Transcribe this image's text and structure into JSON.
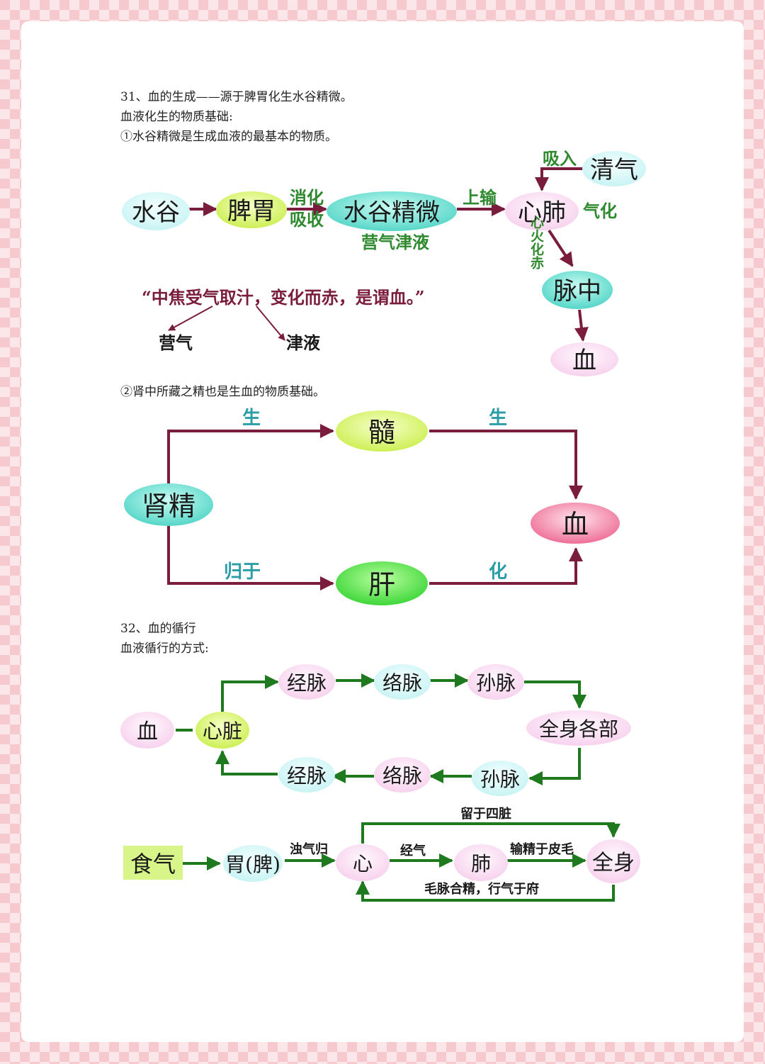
{
  "section31": {
    "title": "31、血的生成——源于脾胃化生水谷精微。",
    "line2": "血液化生的物质基础:",
    "line3": "①水谷精微是生成血液的最基本的物质。",
    "diagram1": {
      "node_shuigu": "水谷",
      "node_piwei": "脾胃",
      "label_xiaohua": "消化",
      "label_xishou": "吸收",
      "node_jingwei": "水谷精微",
      "label_yingqijinye": "营气津液",
      "label_shangshu": "上输",
      "node_xinfei": "心肺",
      "label_xiru": "吸入",
      "node_qingqi": "清气",
      "label_qihua": "气化",
      "label_xinhuohuachi": "心火化赤",
      "node_maizhong": "脉中",
      "node_xue": "血",
      "quote": "“中焦受气取汁，变化而赤，是谓血。”",
      "label_yingqi": "营气",
      "label_jinye": "津液"
    },
    "line4": "②肾中所藏之精也是生血的物质基础。",
    "diagram2": {
      "node_shenjing": "肾精",
      "label_sheng1": "生",
      "node_sui": "髓",
      "label_sheng2": "生",
      "node_xue": "血",
      "label_guiyu": "归于",
      "node_gan": "肝",
      "label_hua": "化"
    }
  },
  "section32": {
    "title": "32、血的循行",
    "line2": "血液循行的方式:",
    "diagram3": {
      "node_xue": "血",
      "node_xinzang": "心脏",
      "node_jingmai_top": "经脉",
      "node_luomai_top": "络脉",
      "node_sunmai_top": "孙脉",
      "node_quanshen": "全身各部",
      "node_sunmai_bot": "孙脉",
      "node_luomai_bot": "络脉",
      "node_jingmai_bot": "经脉"
    },
    "diagram4": {
      "node_shiqi": "食气",
      "node_weipi": "胃(脾)",
      "label_zhuoqigui": "浊气归",
      "node_xin": "心",
      "label_jingqi": "经气",
      "node_fei": "肺",
      "label_shujing": "输精于皮毛",
      "node_quanshen": "全身",
      "label_liuyu": "留于四脏",
      "label_maomai": "毛脉合精，行气于府"
    }
  },
  "colors": {
    "maroon": "#7a1c3c",
    "green": "#1f7a1f",
    "cyan": "#6ce0d3",
    "lime": "#d7f56a",
    "pink": "#f7c6e6",
    "red": "#f07aa0"
  }
}
